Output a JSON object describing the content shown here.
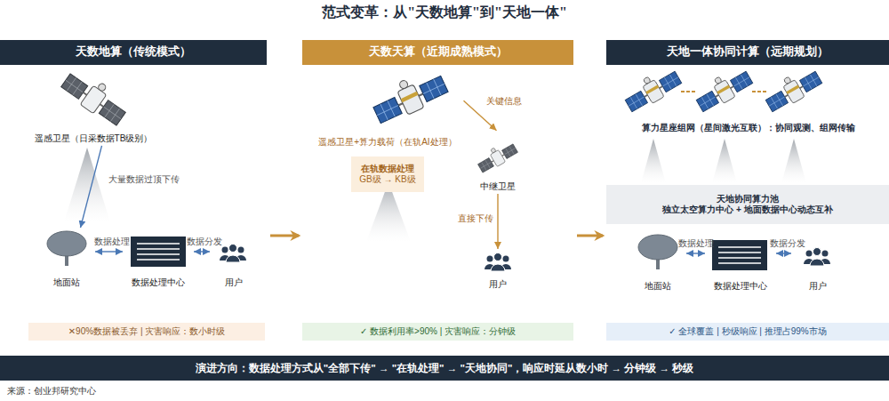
{
  "diagram": {
    "title": "范式变革：从\"天数地算\"到\"天地一体\"",
    "caption": "来源：创业邦研究中心",
    "nodes": [
      {
        "text": [
          "天数地算（传统模式）"
        ]
      },
      {
        "text": [
          "遥感卫星（日采数据TB级别）"
        ],
        "in": 0
      },
      {
        "text": [
          "地面站"
        ],
        "in": 0
      },
      {
        "text": [
          "数据处理中心"
        ],
        "in": 0
      },
      {
        "text": [
          "用户"
        ],
        "in": 0
      },
      {
        "text": [
          "✕90%数据被丢弃 | 灾害响应：数小时级"
        ],
        "in": 0
      },
      {
        "text": [
          "天数天算（近期成熟模式）"
        ]
      },
      {
        "text": [
          "遥感卫星+算力载荷（在轨AI处理）"
        ],
        "in": 6
      },
      {
        "text": [
          "在轨数据处理",
          "GB级 → KB级"
        ],
        "in": 6
      },
      {
        "text": [
          "中继卫星"
        ],
        "in": 6
      },
      {
        "text": [
          "用户"
        ],
        "in": 6
      },
      {
        "text": [
          "✓ 数据利用率>90% | 灾害响应：分钟级"
        ],
        "in": 6
      },
      {
        "text": [
          "天地一体协同计算（远期规划）"
        ]
      },
      {
        "text": [
          "算力星座组网（星间激光互联）：协同观测、组网传输"
        ],
        "in": 12
      },
      {
        "text": [
          "天地协同算力池",
          "独立太空算力中心 + 地面数据中心动态互补"
        ],
        "in": 12
      },
      {
        "text": [
          "地面站"
        ],
        "in": 12
      },
      {
        "text": [
          "数据处理中心"
        ],
        "in": 12
      },
      {
        "text": [
          "用户"
        ],
        "in": 12
      },
      {
        "text": [
          "✓ 全球覆盖 | 秒级响应 | 推理占99%市场"
        ],
        "in": 12
      },
      {
        "text": [
          "演进方向：数据处理方式从\"全部下传\" → \"在轨处理\" → \"天地协同\"，响应时延从数小时 → 分钟级 → 秒级"
        ]
      }
    ],
    "edges": [
      {
        "from": 1,
        "to": 2,
        "arrow": "to",
        "label": "大量数据过顶下传"
      },
      {
        "from": 2,
        "to": 3,
        "arrow": "both",
        "label": "数据处理"
      },
      {
        "from": 3,
        "to": 4,
        "arrow": "both",
        "label": "数据分发"
      },
      {
        "from": 0,
        "to": 6,
        "arrow": "to"
      },
      {
        "from": 7,
        "to": 9,
        "arrow": "to",
        "label": "关键信息"
      },
      {
        "from": 9,
        "to": 10,
        "arrow": "to",
        "label": "直接下传"
      },
      {
        "from": 6,
        "to": 12,
        "arrow": "to"
      },
      {
        "from": 15,
        "to": 16,
        "arrow": "both",
        "label": "数据处理"
      },
      {
        "from": 16,
        "to": 17,
        "arrow": "both",
        "label": "数据分发"
      }
    ]
  }
}
